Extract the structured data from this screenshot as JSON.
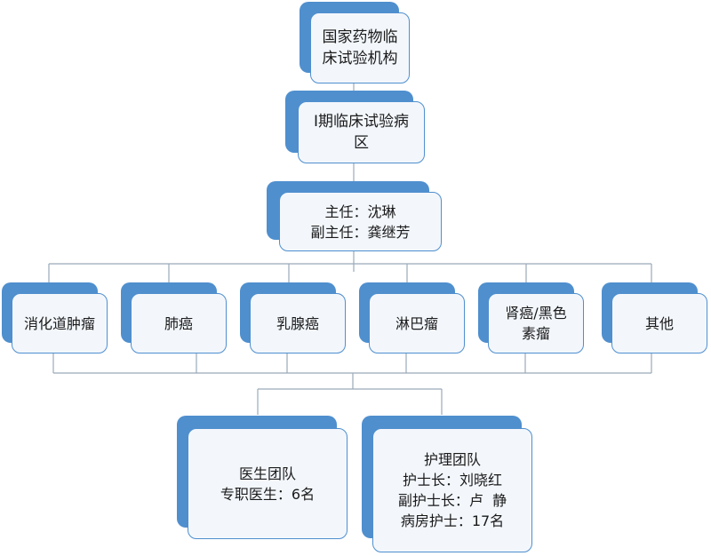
{
  "org": {
    "top": [
      "国家药物临",
      "床试验机构"
    ],
    "ward": [
      "I期临床试验病",
      "区"
    ],
    "director": [
      "主任：沈琳",
      "副主任：龚继芳"
    ],
    "departments": [
      [
        "消化道肿瘤"
      ],
      [
        "肺癌"
      ],
      [
        "乳腺癌"
      ],
      [
        "淋巴瘤"
      ],
      [
        "肾癌/黑色",
        "素瘤"
      ],
      [
        "其他"
      ]
    ],
    "doctor_team": [
      "医生团队",
      "专职医生：6名"
    ],
    "nursing_team": [
      "护理团队",
      "护士长：刘晓红",
      "副护士长：卢  静",
      "病房护士：17名"
    ]
  },
  "colors": {
    "accent": "#4f8fce",
    "card_fill": "#f3f7fc",
    "connector": "#9aa9b9"
  }
}
